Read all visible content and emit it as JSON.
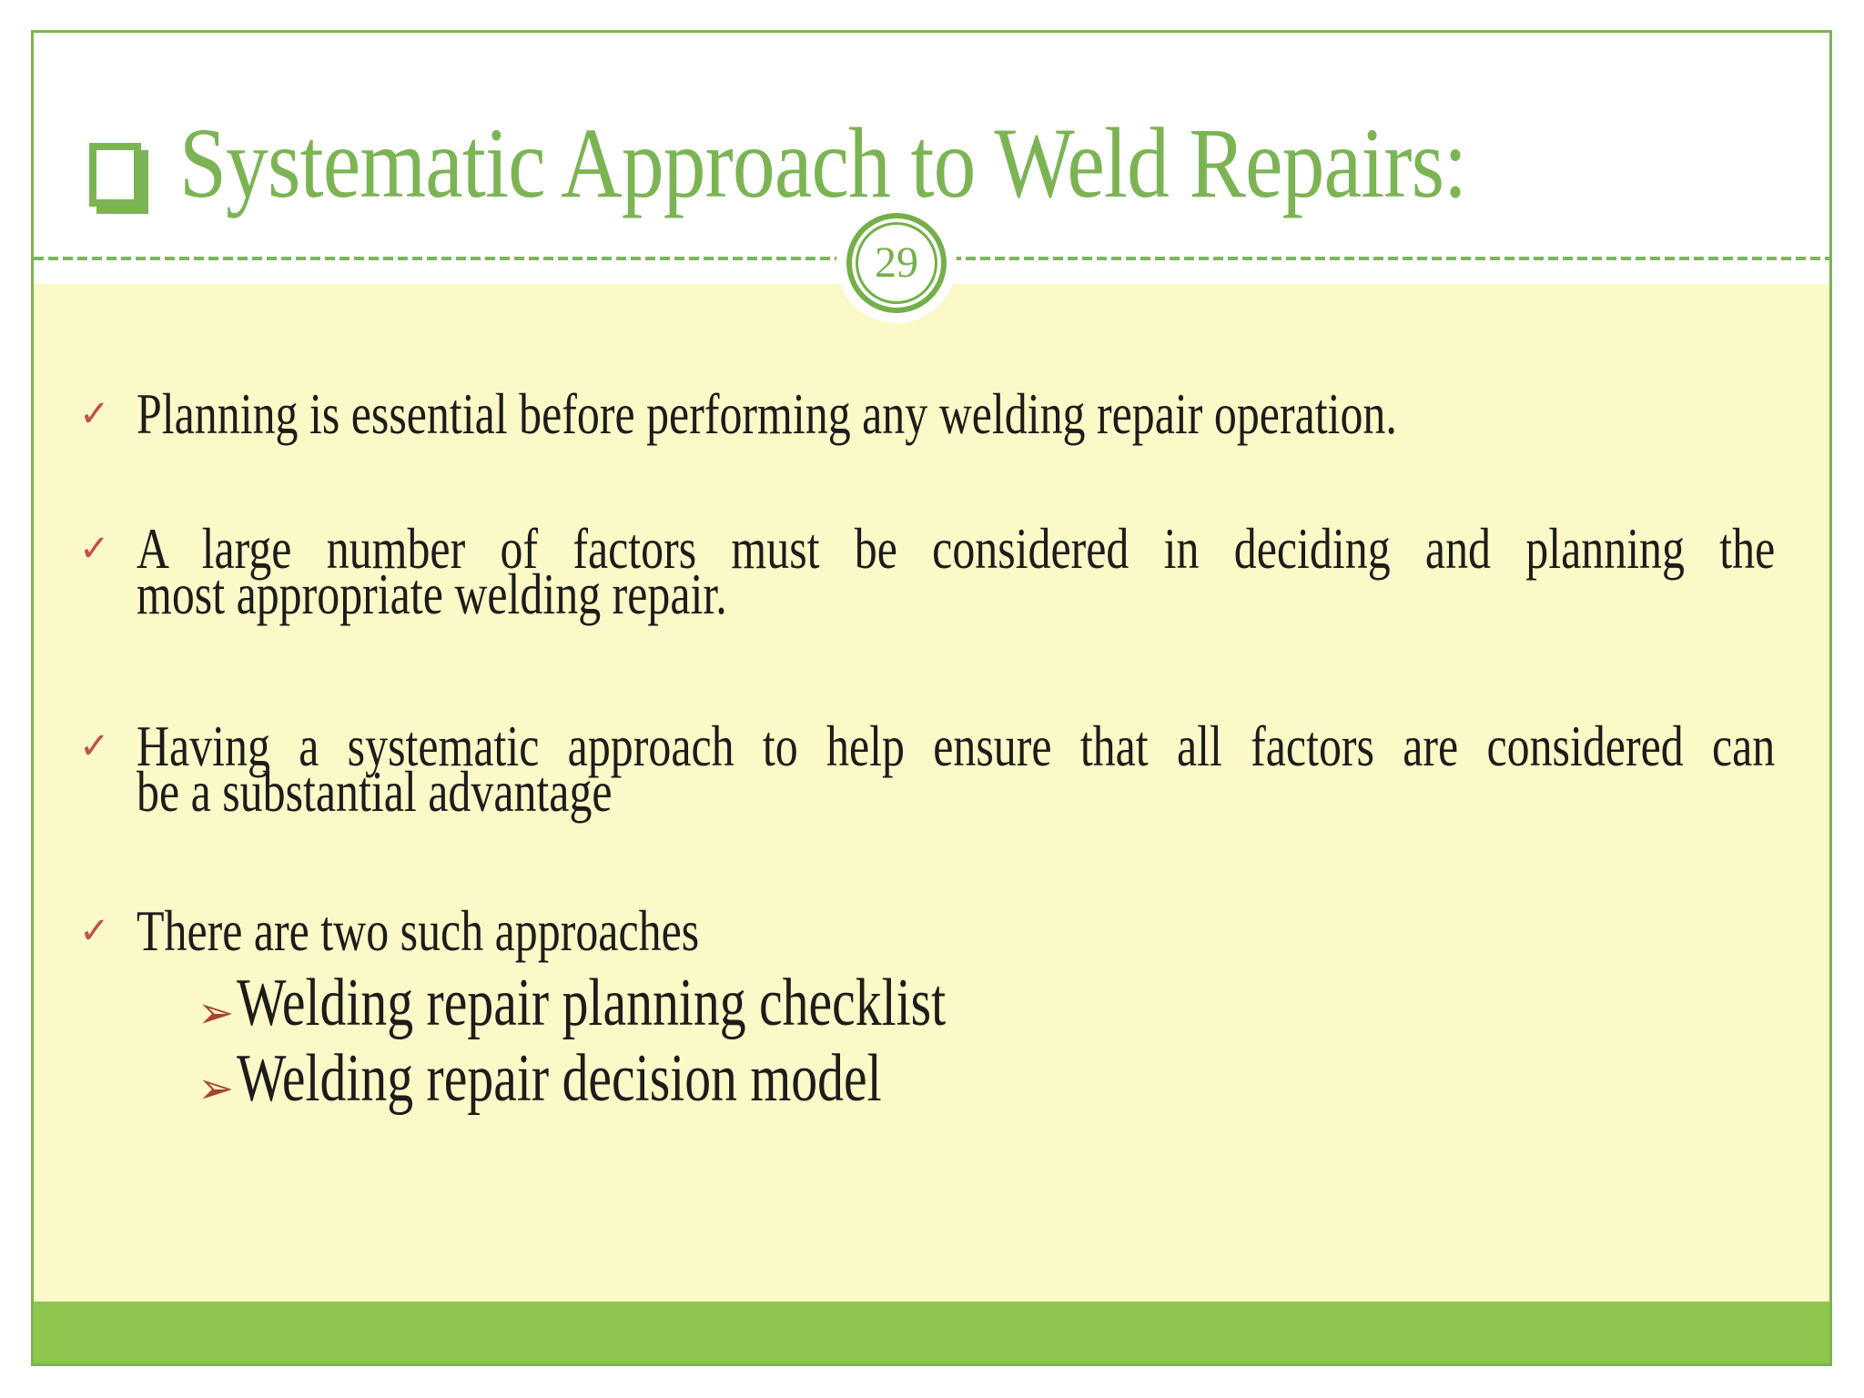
{
  "slide": {
    "header": {
      "title": "Systematic Approach to Weld Repairs:",
      "page_number": "29"
    },
    "bullets": [
      {
        "marker": "✓",
        "lines": [
          "Planning is essential before performing any welding repair operation."
        ]
      },
      {
        "marker": "✓",
        "lines": [
          "A large number of factors must be considered in deciding and planning the",
          "most appropriate welding repair."
        ]
      },
      {
        "marker": "✓",
        "lines": [
          "Having a systematic approach to help ensure that all factors are considered can",
          "be a substantial advantage"
        ]
      },
      {
        "marker": "✓",
        "lines": [
          "There are two such approaches"
        ]
      }
    ],
    "sub_bullets": [
      {
        "marker": "➢",
        "text": "Welding repair planning checklist"
      },
      {
        "marker": "➢",
        "text": "Welding repair decision model"
      }
    ],
    "colors": {
      "accent_green": "#7cb454",
      "footer_green": "#8ec64f",
      "page_number_green": "#74af4a",
      "content_yellow": "#fbf9c7",
      "checkmark_red": "#c0504d",
      "arrow_red": "#a8432c",
      "body_text": "#1e1c1a"
    }
  }
}
